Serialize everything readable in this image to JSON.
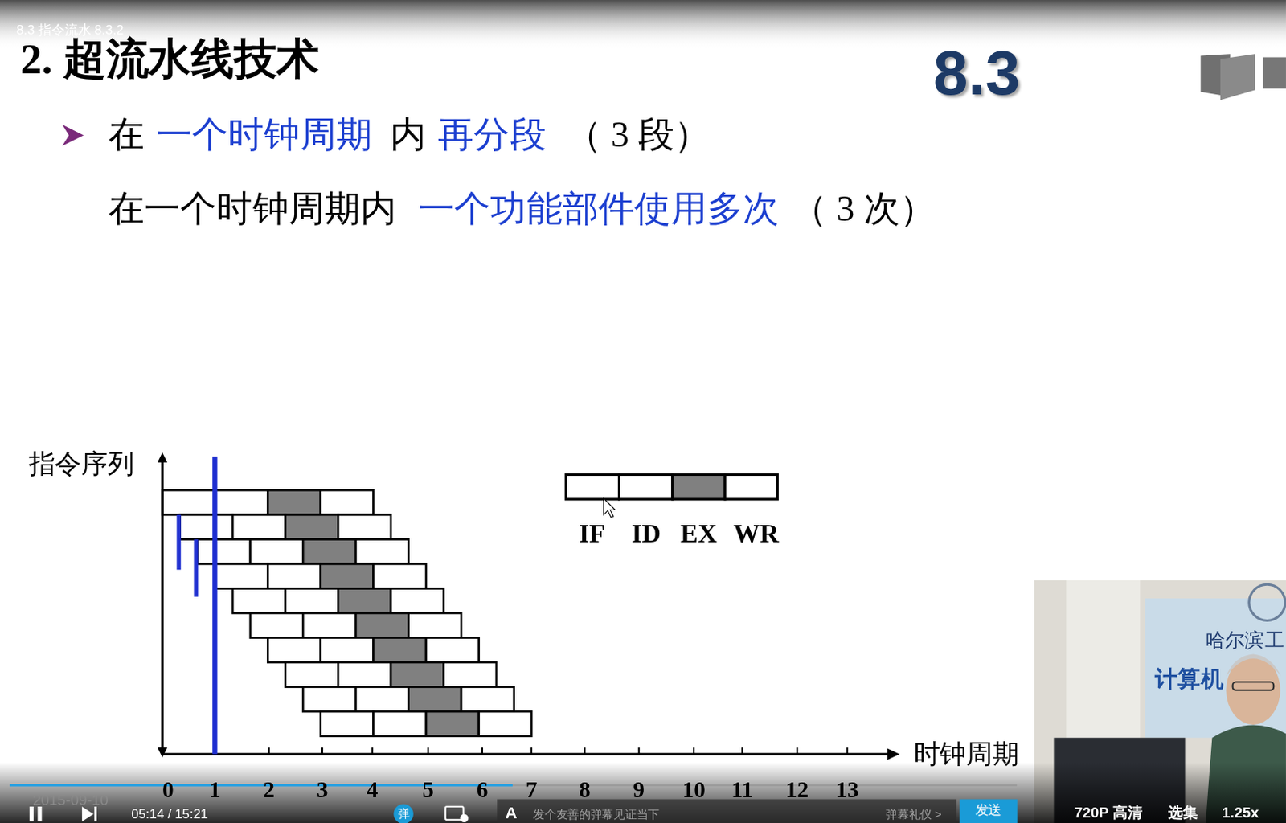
{
  "diagram": {
    "nodes": [
      {
        "text": [
          "弹"
        ]
      },
      {
        "text": [
          "发送"
        ]
      }
    ],
    "labels": [
      "8.3 指令流水 8.3.2",
      "2. 超流水线技术",
      "8.3",
      "在",
      "一个时钟周期",
      "内",
      "再分段",
      "（ 3 段）",
      "在一个时钟周期内",
      "一个功能部件使用多次",
      "（ 3 次）",
      "指令序列",
      "IF",
      "ID",
      "EX",
      "WR",
      "时钟周期",
      "0",
      "1",
      "2",
      "3",
      "4",
      "5",
      "6",
      "7",
      "8",
      "9",
      "10",
      "11",
      "12",
      "13",
      "2015-09-10",
      "05:14 / 15:21",
      "发个友善的弹幕见证当下",
      "弹幕礼仪 >",
      "720P 高清",
      "选集",
      "1.25x",
      "哈尔滨工",
      "计算机",
      "A"
    ]
  }
}
